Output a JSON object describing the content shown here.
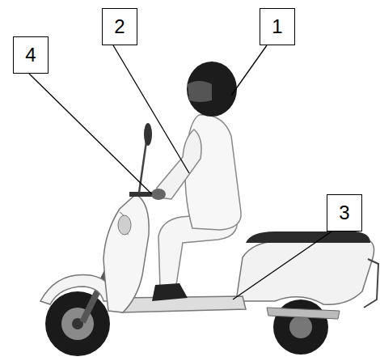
{
  "diagram": {
    "nodes": [
      {
        "text": [
          "2"
        ]
      },
      {
        "text": [
          "1"
        ]
      },
      {
        "text": [
          "4"
        ]
      },
      {
        "text": [
          "3"
        ]
      }
    ]
  }
}
